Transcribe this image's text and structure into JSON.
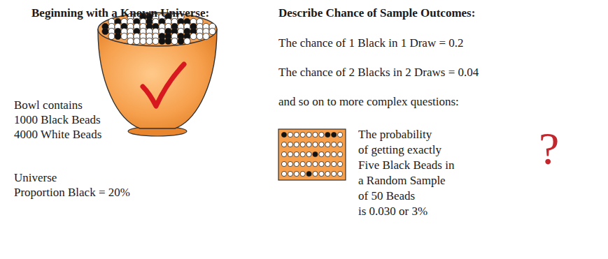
{
  "diagram": {
    "labels": [
      "Beginning with a Known Universe:",
      "Bowl contains 1000 Black Beads 4000 White Beads",
      "Universe Proportion Black = 20%",
      "Describe Chance of Sample Outcomes:",
      "The chance of 1 Black in 1 Draw = 0.2",
      "The chance of 2 Blacks in 2 Draws = 0.04",
      "and so on to more complex questions:",
      "The probability of getting exactly Five Black Beads in a Random Sample of 50 Beads is 0.030 or 3%",
      "?"
    ]
  }
}
